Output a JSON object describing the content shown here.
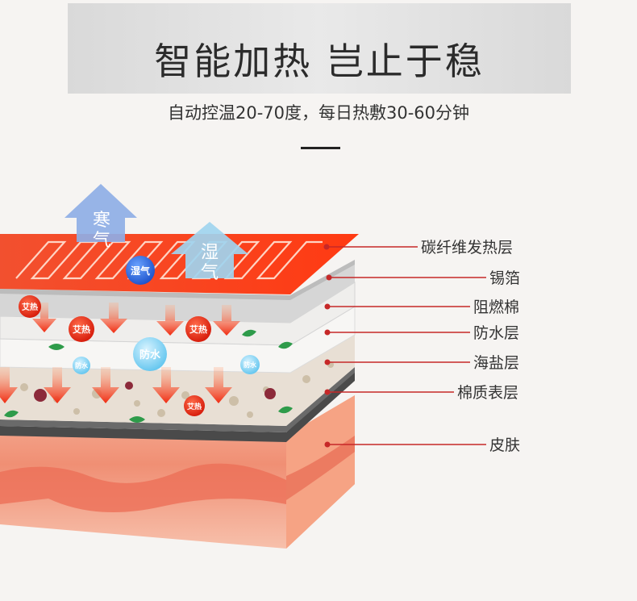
{
  "header": {
    "title": "智能加热 岂止于稳",
    "subtitle": "自动控温20-70度，每日热敷30-60分钟"
  },
  "vapor_labels": {
    "cold": "寒气",
    "damp": "湿气"
  },
  "badges": {
    "moisture": "湿气",
    "mugwort": "艾热",
    "waterproof": "防水",
    "waterproof_small": "防水",
    "mugwort_small": "艾热"
  },
  "layers": [
    {
      "label": "碳纤维发热层"
    },
    {
      "label": "锡箔"
    },
    {
      "label": "阻燃棉"
    },
    {
      "label": "防水层"
    },
    {
      "label": "海盐层"
    },
    {
      "label": "棉质表层"
    },
    {
      "label": "皮肤"
    }
  ],
  "colors": {
    "heat_red": "#ef3a1f",
    "line_red": "#c62828",
    "cold_arrow": "#8eaee6",
    "damp_arrow": "#9fd4ef",
    "skin": "#f4a38a"
  }
}
